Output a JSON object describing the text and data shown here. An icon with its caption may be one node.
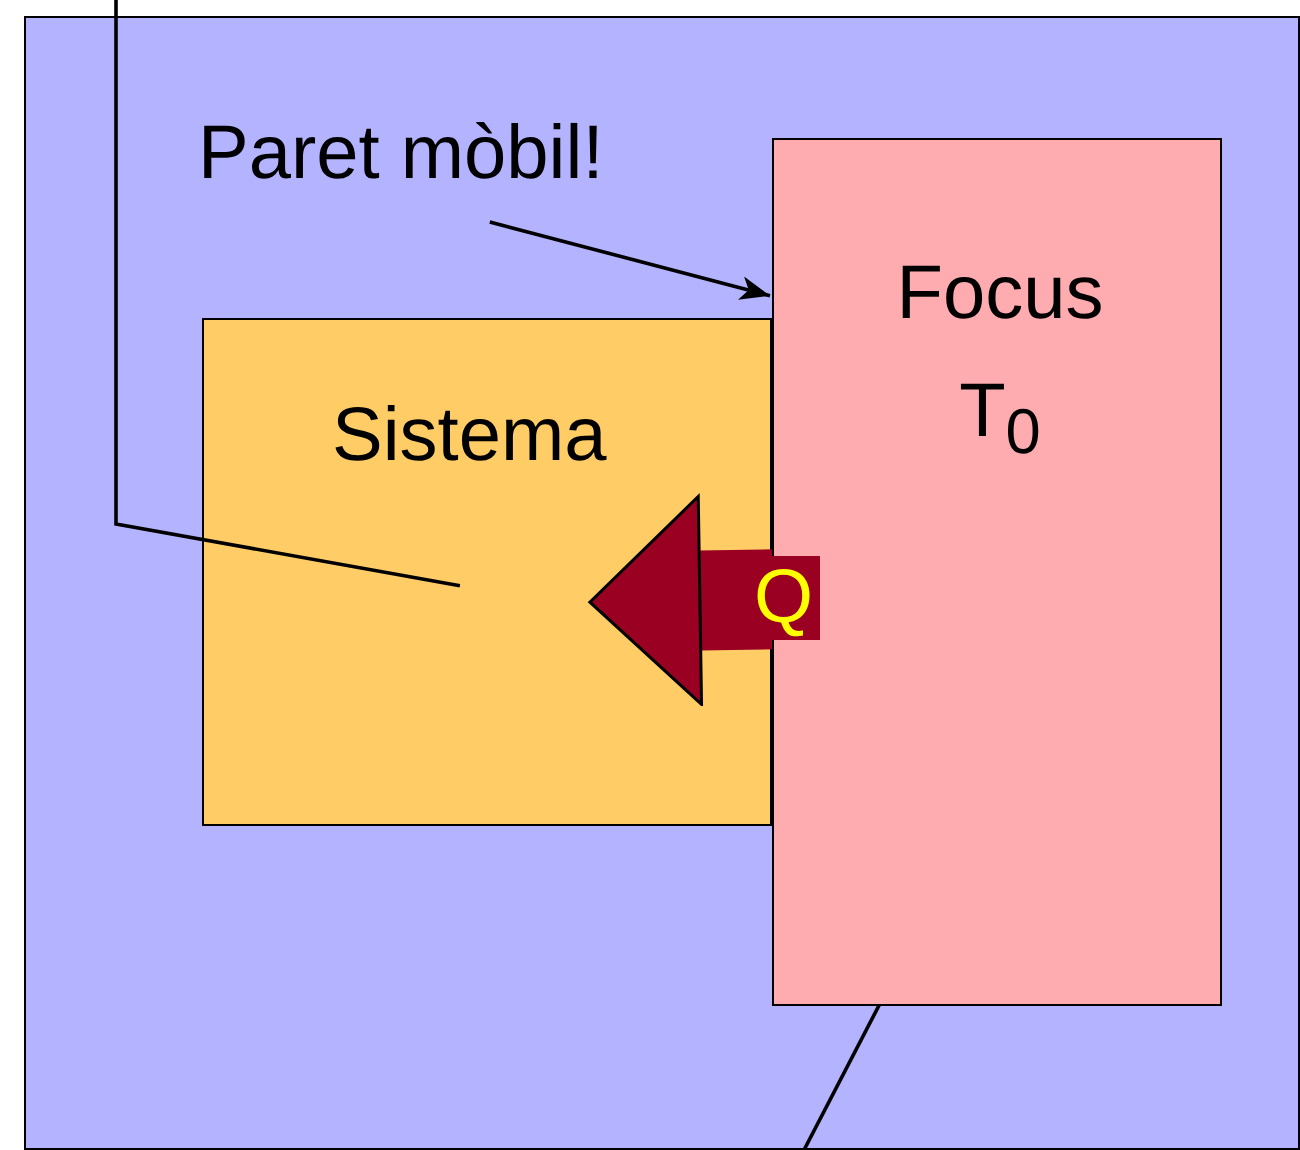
{
  "diagram": {
    "nodes": [
      {
        "text": [],
        "shape": "box"
      },
      {
        "text": [
          "Paret mòbil!"
        ],
        "in": 0
      },
      {
        "text": [
          "Focus T$_{0}$"
        ],
        "in": 0
      },
      {
        "text": [
          "Sistema"
        ],
        "in": 0
      }
    ],
    "edges": [
      {
        "from": 1,
        "to": 2,
        "arrow": "to"
      },
      {
        "from": 2,
        "to": 3,
        "arrow": "to",
        "label": "Q",
        "style": "thick",
        "color": "#990022"
      },
      {
        "from": null,
        "to": 3,
        "arrow": "none"
      },
      {
        "from": null,
        "to": 2,
        "arrow": "none"
      }
    ]
  }
}
